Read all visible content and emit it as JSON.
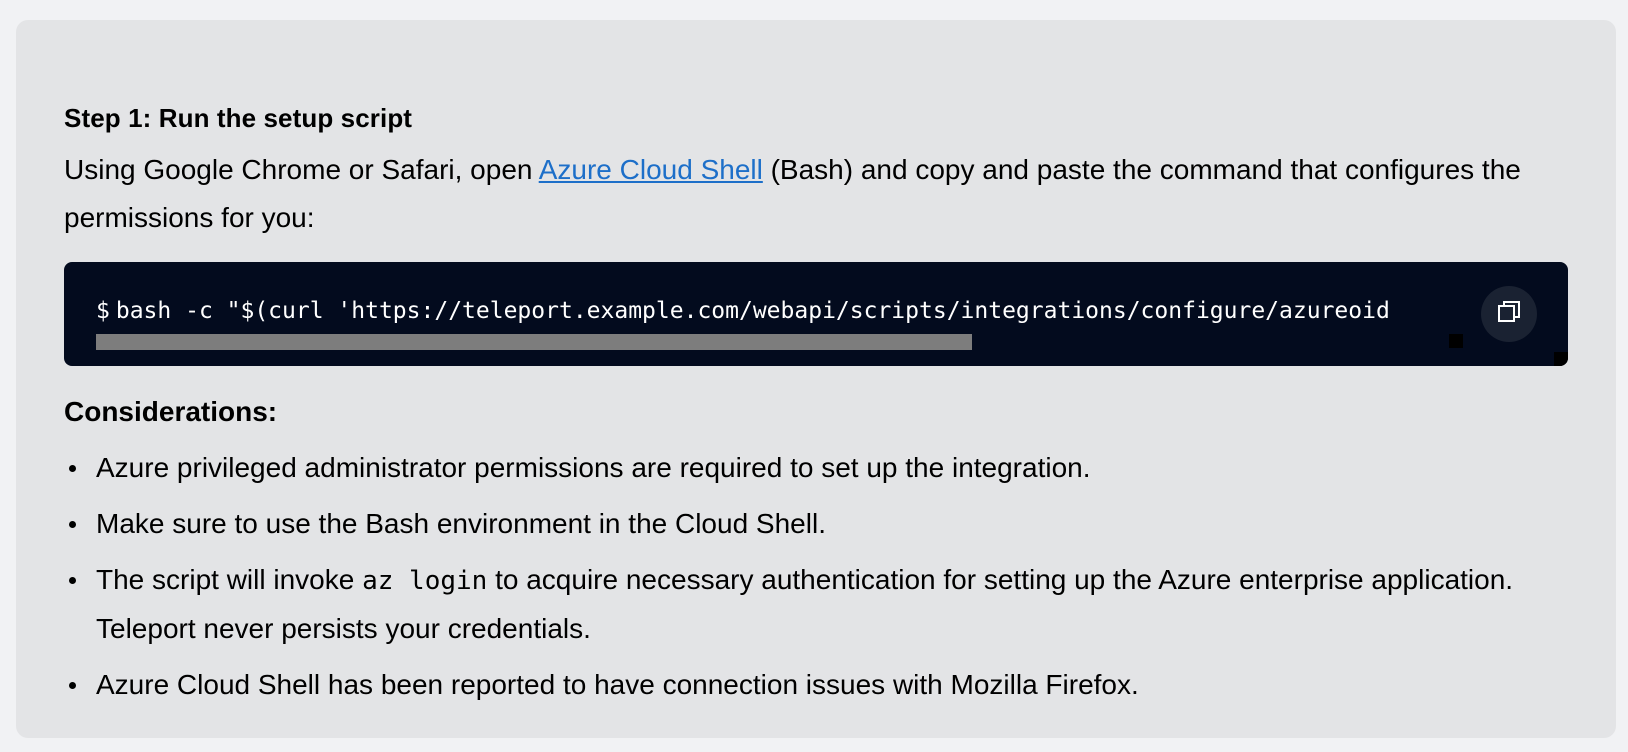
{
  "step": {
    "title": "Step 1: Run the setup script"
  },
  "intro": {
    "before_link": "Using Google Chrome or Safari, open ",
    "link_text": "Azure Cloud Shell",
    "after_link": " (Bash) and copy and paste the command that configures the permissions for you:"
  },
  "code": {
    "prompt": "$",
    "command": "bash -c \"$(curl 'https://teleport.example.com/webapi/scripts/integrations/configure/azureoid",
    "copy_icon": "copy-icon"
  },
  "considerations": {
    "title": "Considerations:",
    "items": [
      {
        "text": "Azure privileged administrator permissions are required to set up the integration."
      },
      {
        "text": "Make sure to use the Bash environment in the Cloud Shell."
      },
      {
        "before_code": "The script will invoke ",
        "code": "az login",
        "after_code": " to acquire necessary authentication for setting up the Azure enterprise application. Teleport never persists your credentials."
      },
      {
        "text": "Azure Cloud Shell has been reported to have connection issues with Mozilla Firefox."
      }
    ]
  },
  "colors": {
    "page_bg": "#f1f2f4",
    "card_bg": "#e3e4e6",
    "code_bg": "#030b1e",
    "link": "#1d6fc9"
  }
}
